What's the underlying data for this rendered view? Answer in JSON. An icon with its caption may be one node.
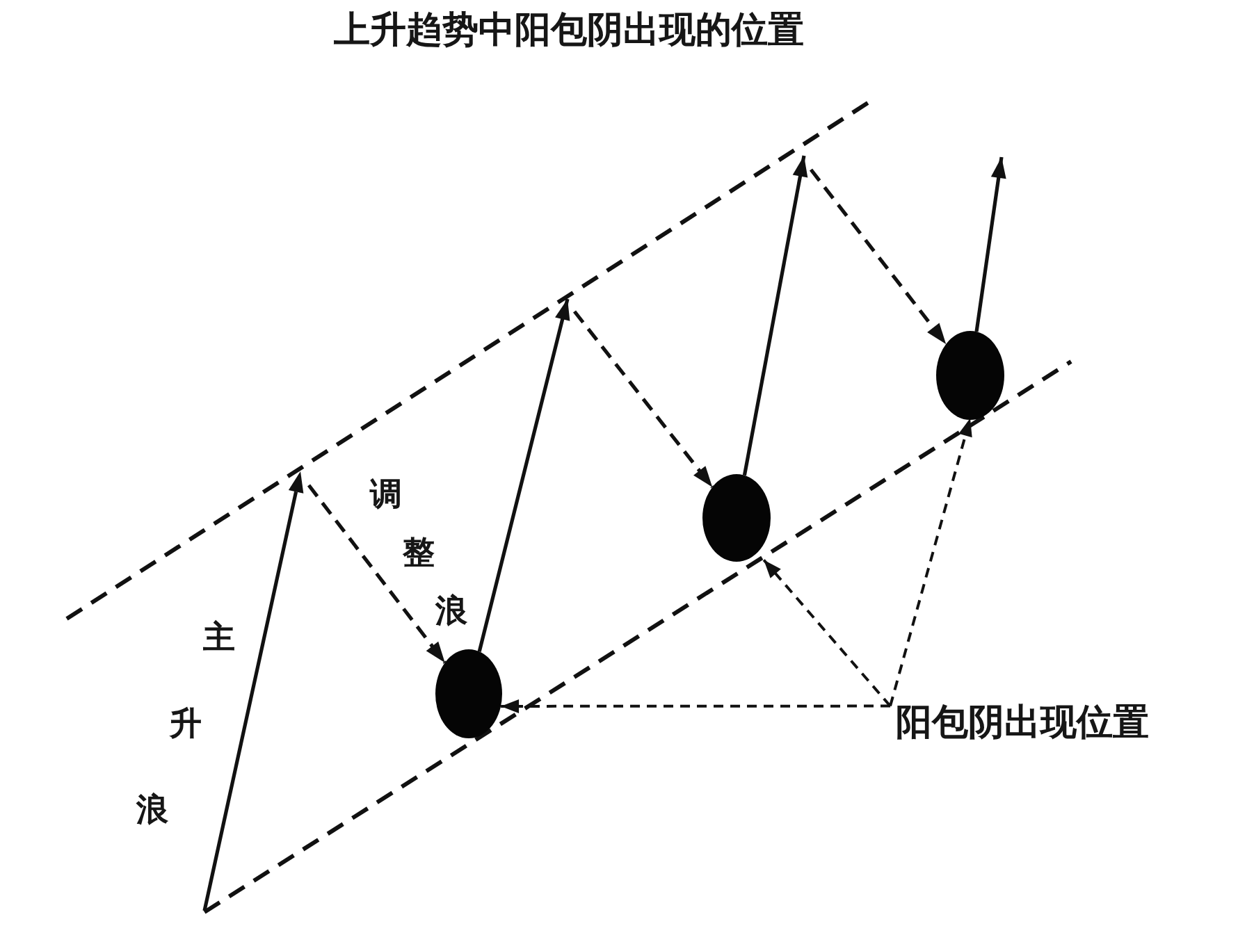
{
  "diagram": {
    "title": "上升趋势中阳包阴出现的位置",
    "nodes": [
      {
        "text": [],
        "shape": "circle"
      },
      {
        "text": [],
        "shape": "circle"
      },
      {
        "text": [],
        "shape": "circle"
      },
      {
        "text": [
          "阳包阴出现位置"
        ]
      }
    ],
    "edges": [
      {
        "from": null,
        "to": 0,
        "arrow": "to",
        "style": "dashed"
      },
      {
        "from": 0,
        "to": null,
        "arrow": "to"
      },
      {
        "from": null,
        "to": 1,
        "arrow": "to",
        "style": "dashed"
      },
      {
        "from": 1,
        "to": null,
        "arrow": "to"
      },
      {
        "from": null,
        "to": 2,
        "arrow": "to",
        "style": "dashed"
      },
      {
        "from": 2,
        "to": null,
        "arrow": "to"
      },
      {
        "from": 3,
        "to": 0,
        "arrow": "to",
        "style": "dashed"
      },
      {
        "from": 3,
        "to": 1,
        "arrow": "to",
        "style": "dashed"
      },
      {
        "from": 3,
        "to": 2,
        "arrow": "to",
        "style": "dashed"
      }
    ],
    "labels": [
      "主升浪",
      "调整浪"
    ]
  }
}
